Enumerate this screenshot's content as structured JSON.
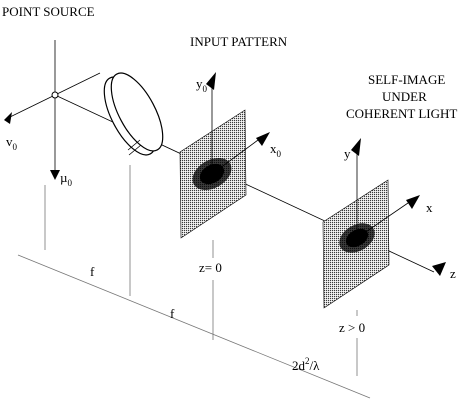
{
  "labels": {
    "point_source": "POINT SOURCE",
    "input_pattern": "INPUT PATTERN",
    "self_image_1": "SELF-IMAGE",
    "self_image_2": "UNDER",
    "self_image_3": "COHERENT LIGHT",
    "y0": "y",
    "x0": "x",
    "nu0": "v",
    "mu0": "µ",
    "sub0": "0",
    "y": "y",
    "x": "x",
    "z": "z",
    "z_eq_0": "z= 0",
    "z_gt_0": "z > 0",
    "f1": "f",
    "f2": "f",
    "dist_a": "2d",
    "dist_b": "2",
    "dist_c": "/λ"
  }
}
